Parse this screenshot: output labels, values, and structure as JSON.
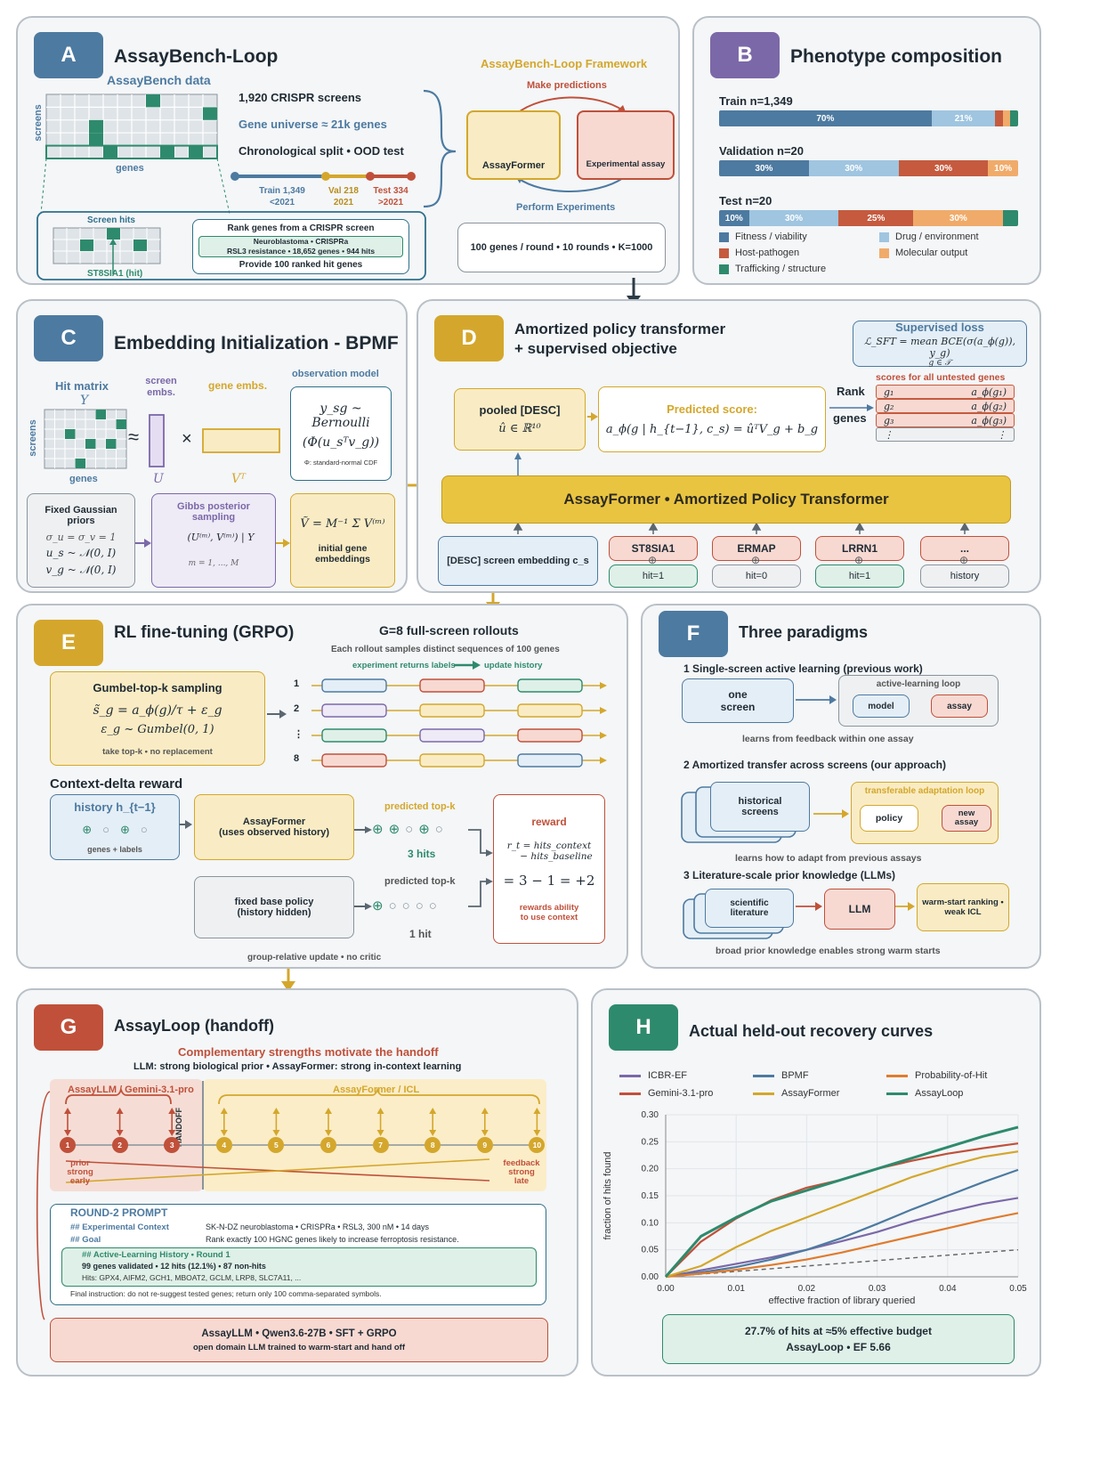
{
  "A": {
    "badge": "A",
    "title": "AssayBench-Loop",
    "data_title": "AssayBench data",
    "axis_screens": "screens",
    "axis_genes": "genes",
    "stat1": "1,920 CRISPR screens",
    "stat2": "Gene universe ≈ 21k genes",
    "stat3": "Chronological split • OOD test",
    "split_train": "Train 1,349",
    "split_train_sub": "<2021",
    "split_val": "Val 218",
    "split_val_sub": "2021",
    "split_test": "Test 334",
    "split_test_sub": ">2021",
    "screen_hits": "Screen hits",
    "hit_gene": "ST8SIA1 (hit)",
    "rank_title": "Rank genes from a CRISPR screen",
    "rank_tag1": "Neuroblastoma • CRISPRa",
    "rank_tag2": "RSL3 resistance • 18,652 genes • 944 hits",
    "rank_provide": "Provide 100 ranked hit genes",
    "framework_title": "AssayBench-Loop Framework",
    "make_pred": "Make predictions",
    "assayformer": "AssayFormer",
    "exp_assay": "Experimental assay",
    "perform": "Perform Experiments",
    "budget": "100 genes / round • 10 rounds • K=1000"
  },
  "B": {
    "badge": "B",
    "title": "Phenotype composition",
    "rows": [
      {
        "label": "Train  n=1,349",
        "segs": [
          {
            "v": 70,
            "txt": "70%",
            "c": "#4d7aa0"
          },
          {
            "v": 21,
            "txt": "21%",
            "c": "#9fc5e0"
          },
          {
            "v": 2.5,
            "txt": "",
            "c": "#c55a3e"
          },
          {
            "v": 2.5,
            "txt": "",
            "c": "#f0ab6a"
          },
          {
            "v": 2.5,
            "txt": "",
            "c": "#2e8a6c"
          }
        ]
      },
      {
        "label": "Validation  n=20",
        "segs": [
          {
            "v": 30,
            "txt": "30%",
            "c": "#4d7aa0"
          },
          {
            "v": 30,
            "txt": "30%",
            "c": "#9fc5e0"
          },
          {
            "v": 30,
            "txt": "30%",
            "c": "#c55a3e"
          },
          {
            "v": 10,
            "txt": "10%",
            "c": "#f0ab6a"
          }
        ]
      },
      {
        "label": "Test  n=20",
        "segs": [
          {
            "v": 10,
            "txt": "10%",
            "c": "#4d7aa0"
          },
          {
            "v": 30,
            "txt": "30%",
            "c": "#9fc5e0"
          },
          {
            "v": 25,
            "txt": "25%",
            "c": "#c55a3e"
          },
          {
            "v": 30,
            "txt": "30%",
            "c": "#f0ab6a"
          },
          {
            "v": 5,
            "txt": "",
            "c": "#2e8a6c"
          }
        ]
      }
    ],
    "legend": [
      {
        "label": "Fitness / viability",
        "c": "#4d7aa0"
      },
      {
        "label": "Drug / environment",
        "c": "#9fc5e0"
      },
      {
        "label": "Host-pathogen",
        "c": "#c55a3e"
      },
      {
        "label": "Molecular output",
        "c": "#f0ab6a"
      },
      {
        "label": "Trafficking / structure",
        "c": "#2e8a6c"
      }
    ]
  },
  "C": {
    "badge": "C",
    "title": "Embedding Initialization - BPMF",
    "hit_matrix": "Hit matrix",
    "hit_Y": "Y",
    "screens": "screens",
    "genes": "genes",
    "screen_embs": "screen embs.",
    "gene_embs": "gene embs.",
    "U": "U",
    "VT": "Vᵀ",
    "obs_title": "observation model",
    "obs_eq1": "y_sg ~ Bernoulli",
    "obs_eq2": "(Φ(u_sᵀv_g))",
    "obs_note": "Φ: standard-normal CDF",
    "priors_title": "Fixed Gaussian priors",
    "prior1": "σ_u = σ_v = 1",
    "prior2": "u_s ~ 𝒩(0, I)",
    "prior3": "v_g ~ 𝒩(0, I)",
    "gibbs_title": "Gibbs posterior sampling",
    "gibbs_eq": "(U⁽ᵐ⁾, V⁽ᵐ⁾) | Y",
    "gibbs_m": "m = 1, ..., M",
    "init_eq": "Ṽ = M⁻¹ Σ V⁽ᵐ⁾",
    "init_title": "initial gene embeddings"
  },
  "D": {
    "badge": "D",
    "title1": "Amortized policy transformer",
    "title2": "+ supervised objective",
    "loss_title": "Supervised loss",
    "loss_eq": "ℒ_SFT = mean BCE(σ(a_ϕ(g)), y_g)",
    "loss_sub": "g ∈ 𝒯",
    "scores_title": "scores for all untested genes",
    "genes": [
      {
        "g": "g₁",
        "a": "a_ϕ(g₁)"
      },
      {
        "g": "g₂",
        "a": "a_ϕ(g₂)"
      },
      {
        "g": "g₃",
        "a": "a_ϕ(g₃)"
      },
      {
        "g": "⋮",
        "a": "⋮"
      }
    ],
    "rank": "Rank",
    "rank_genes": "genes",
    "pooled": "pooled [DESC]",
    "pooled_eq": "û ∈ ℝ¹⁰",
    "pred_title": "Predicted score:",
    "pred_eq": "a_ϕ(g | h_{t−1}, c_s) = ûᵀV_g + b_g",
    "transformer": "AssayFormer  •  Amortized Policy Transformer",
    "desc": "[DESC] screen embedding c_s",
    "tokens": [
      {
        "gene": "ST8SIA1",
        "hist": "hit=1",
        "k": "hit"
      },
      {
        "gene": "ERMAP",
        "hist": "hit=0",
        "k": "miss"
      },
      {
        "gene": "LRRN1",
        "hist": "hit=1",
        "k": "hit"
      },
      {
        "gene": "...",
        "hist": "history",
        "k": "miss"
      }
    ]
  },
  "E": {
    "badge": "E",
    "title": "RL fine-tuning (GRPO)",
    "rollouts": "G=8 full-screen rollouts",
    "rollouts_sub": "Each rollout samples distinct sequences of 100 genes",
    "exp_returns": "experiment returns labels",
    "update_hist": "update history",
    "rows": [
      "1",
      "2",
      "⋮",
      "8"
    ],
    "gumbel_title": "Gumbel-top-k sampling",
    "gumbel_eq1": "s̃_g = a_ϕ(g)/τ + ε_g",
    "gumbel_eq2": "ε_g ~ Gumbel(0, 1)",
    "gumbel_note": "take top-k  •  no replacement",
    "ctx_title": "Context-delta reward",
    "hist_title": "history h_{t−1}",
    "hist_sub": "genes + labels",
    "af_title": "AssayFormer",
    "af_sub": "(uses observed history)",
    "pred_topk": "predicted top-k",
    "hits3": "3 hits",
    "hit1": "1 hit",
    "base_title": "fixed base policy",
    "base_sub": "(history hidden)",
    "reward_title": "reward",
    "reward_eq1": "r_t = hits_context",
    "reward_eq2": "− hits_baseline",
    "reward_eq3": "= 3 − 1 = +2",
    "reward_note1": "rewards ability",
    "reward_note2": "to use context",
    "group": "group-relative update  •  no critic"
  },
  "F": {
    "badge": "F",
    "title": "Three paradigms",
    "p1": "1  Single-screen active learning  (previous work)",
    "one_screen": "one screen",
    "al_loop": "active-learning loop",
    "model": "model",
    "assay": "assay",
    "p1_note": "learns from feedback within one assay",
    "p2": "2  Amortized transfer across screens  (our approach)",
    "hist_screens": "historical screens",
    "transfer_loop": "transferable adaptation loop",
    "policy": "policy",
    "new_assay": "new assay",
    "p2_note": "learns how to adapt from previous assays",
    "p3": "3  Literature-scale prior knowledge  (LLMs)",
    "sci_lit": "scientific literature",
    "llm": "LLM",
    "warm": "warm-start ranking • weak ICL",
    "p3_note": "broad prior knowledge enables strong warm starts"
  },
  "G": {
    "badge": "G",
    "title": "AssayLoop (handoff)",
    "sub1": "Complementary strengths motivate the handoff",
    "sub2": "LLM: strong biological prior  •  AssayFormer: strong in-context learning",
    "llm_zone": "AssayLLM / Gemini-3.1-pro",
    "icl_zone": "AssayFormer / ICL",
    "handoff": "HANDOFF",
    "rounds": [
      "1",
      "2",
      "3",
      "4",
      "5",
      "6",
      "7",
      "8",
      "9",
      "10"
    ],
    "prior_note": [
      "prior",
      "strong",
      "early"
    ],
    "feedback_note": [
      "feedback",
      "strong",
      "late"
    ],
    "prompt_title": "ROUND-2 PROMPT",
    "ctx_key": "## Experimental Context",
    "ctx_val": "SK-N-DZ neuroblastoma • CRISPRa • RSL3, 300 nM • 14 days",
    "goal_key": "## Goal",
    "goal_val": "Rank exactly 100 HGNC genes likely to increase ferroptosis resistance.",
    "hist_key": "## Active-Learning History • Round 1",
    "hist_val": "99 genes validated • 12 hits (12.1%) • 87 non-hits",
    "hist_hits": "Hits: GPX4, AIFM2, GCH1, MBOAT2, GCLM, LRP8, SLC7A11, ...",
    "final": "Final instruction: do not re-suggest tested genes; return only 100 comma-separated symbols.",
    "llm_box1": "AssayLLM • Qwen3.6-27B • SFT + GRPO",
    "llm_box2": "open domain LLM trained to warm-start and hand off"
  },
  "H": {
    "badge": "H",
    "title": "Actual held-out recovery curves",
    "summary1": "27.7% of hits at ≈5% effective budget",
    "summary2": "AssayLoop • EF 5.66"
  },
  "chart_data": {
    "type": "line",
    "title": "",
    "xlabel": "effective fraction of library queried",
    "ylabel": "fraction of hits found",
    "xlim": [
      0,
      0.05
    ],
    "ylim": [
      0,
      0.3
    ],
    "xticks": [
      0,
      0.01,
      0.02,
      0.03,
      0.04,
      0.05
    ],
    "xtick_labels": [
      "0.00",
      "0.01",
      "0.02",
      "0.03",
      "0.04",
      "0.05"
    ],
    "yticks": [
      0,
      0.05,
      0.1,
      0.15,
      0.2,
      0.25,
      0.3
    ],
    "ytick_labels": [
      "0.00",
      "0.05",
      "0.10",
      "0.15",
      "0.20",
      "0.25",
      "0.30"
    ],
    "grid": true,
    "legend": "top",
    "x": [
      0,
      0.005,
      0.01,
      0.015,
      0.02,
      0.025,
      0.03,
      0.035,
      0.04,
      0.045,
      0.05
    ],
    "series": [
      {
        "name": "ICBR-EF",
        "color": "#7b68a8",
        "values": [
          0,
          0.012,
          0.024,
          0.036,
          0.05,
          0.066,
          0.083,
          0.103,
          0.12,
          0.135,
          0.146
        ]
      },
      {
        "name": "BPMF",
        "color": "#4d7aa0",
        "values": [
          0,
          0.008,
          0.018,
          0.032,
          0.05,
          0.072,
          0.098,
          0.125,
          0.15,
          0.175,
          0.198
        ]
      },
      {
        "name": "Probability-of-Hit",
        "color": "#e07b2e",
        "values": [
          0,
          0.006,
          0.013,
          0.022,
          0.032,
          0.045,
          0.06,
          0.075,
          0.09,
          0.105,
          0.118
        ]
      },
      {
        "name": "Gemini-3.1-pro",
        "color": "#c0503a",
        "values": [
          0,
          0.065,
          0.108,
          0.142,
          0.165,
          0.18,
          0.2,
          0.215,
          0.228,
          0.238,
          0.247
        ]
      },
      {
        "name": "AssayFormer",
        "color": "#d4a72c",
        "values": [
          0,
          0.02,
          0.055,
          0.085,
          0.11,
          0.135,
          0.16,
          0.185,
          0.205,
          0.222,
          0.232
        ]
      },
      {
        "name": "AssayLoop",
        "color": "#2e8a6c",
        "values": [
          0,
          0.075,
          0.11,
          0.14,
          0.16,
          0.18,
          0.2,
          0.22,
          0.24,
          0.26,
          0.277
        ]
      }
    ],
    "baseline": {
      "values": [
        0,
        0.005,
        0.01,
        0.015,
        0.02,
        0.025,
        0.03,
        0.035,
        0.04,
        0.045,
        0.05
      ]
    }
  }
}
